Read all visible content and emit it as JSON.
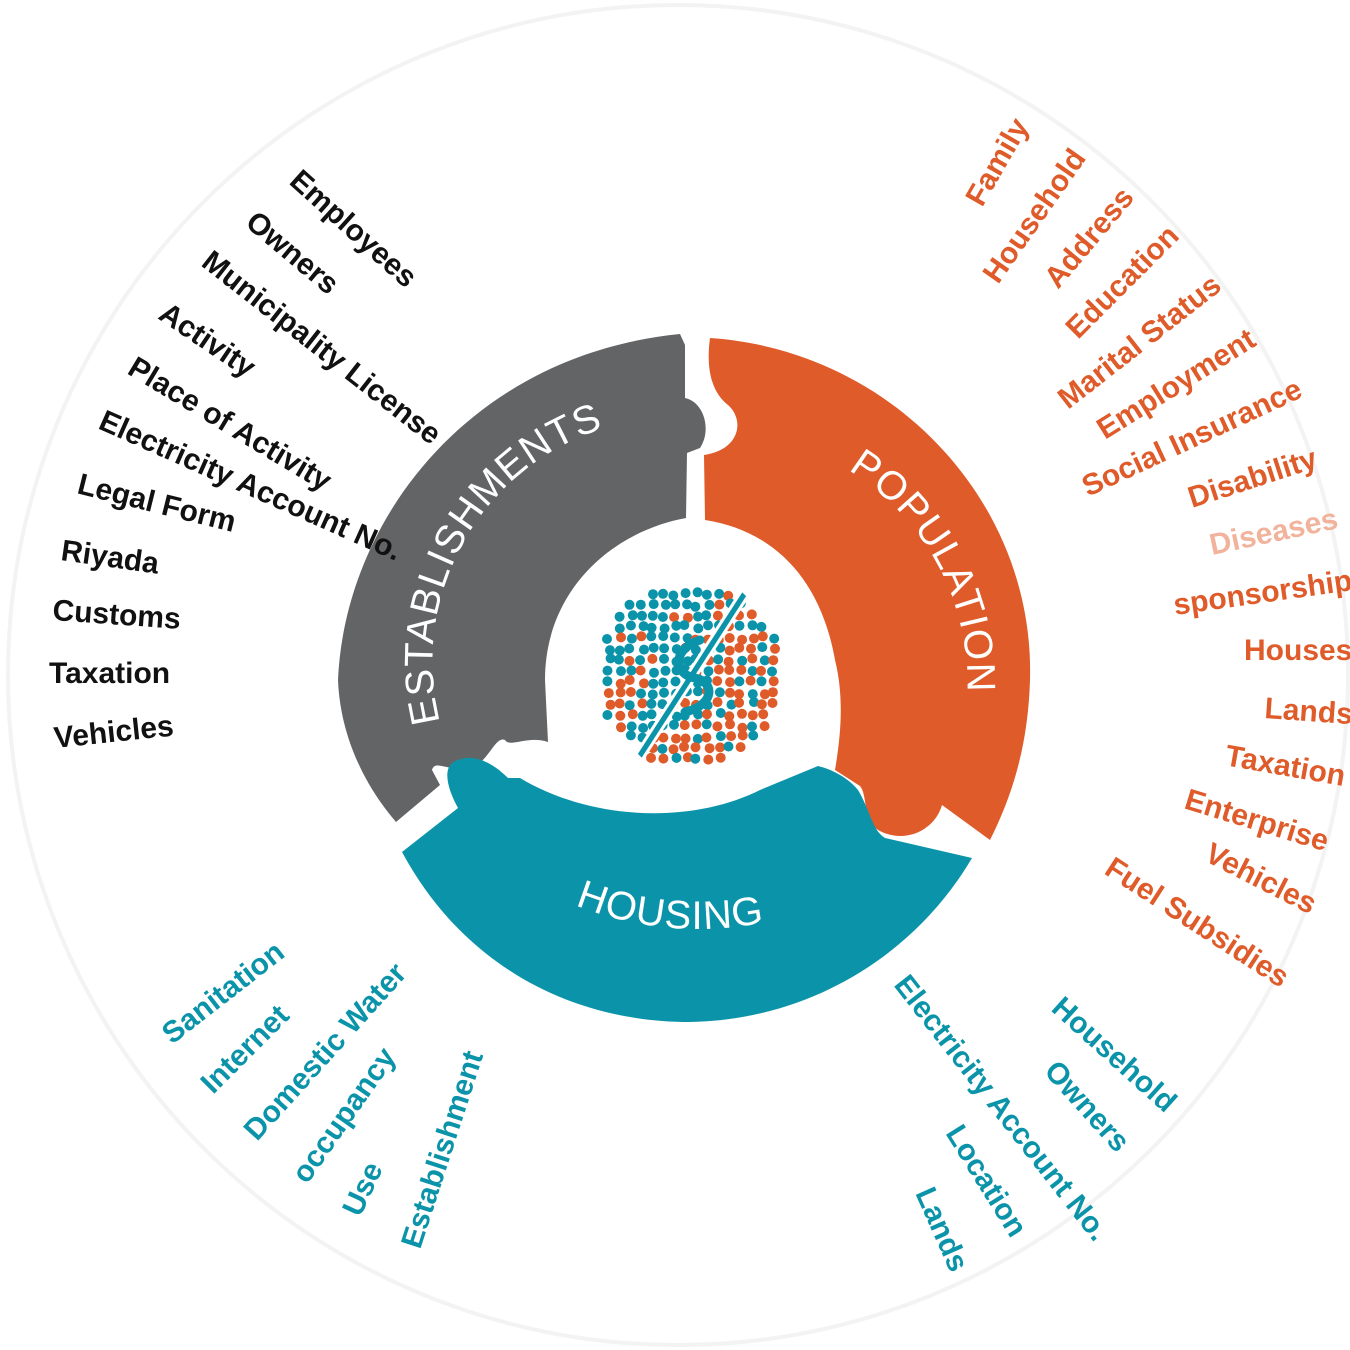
{
  "colors": {
    "establishments": "#636466",
    "population": "#df5b2a",
    "housing": "#0b94a9",
    "black_text": "#111111",
    "faded_orange": "#f1b39b",
    "outer_ring": "#f2f2f2"
  },
  "center": {
    "icon": "dotted-globe-logo-icon"
  },
  "segments": {
    "establishments": {
      "title": "ESTABLISHMENTS",
      "items": [
        "Employees",
        "Owners",
        "Municipality License",
        "Activity",
        "Place of Activity",
        "Electricity Account No.",
        "Legal Form",
        "Riyada",
        "Customs",
        "Taxation",
        "Vehicles"
      ]
    },
    "population": {
      "title": "POPULATION",
      "items": [
        "Family",
        "Household",
        "Address",
        "Education",
        "Marital Status",
        "Employment",
        "Social Insurance",
        "Disability",
        "Diseases",
        "sponsorship",
        "Houses",
        "Lands",
        "Taxation",
        "Enterprise",
        "Vehicles",
        "Fuel Subsidies"
      ]
    },
    "housing": {
      "title": "HOUSING",
      "items_left": [
        "Sanitation",
        "Internet",
        "Domestic Water",
        "occupancy",
        "Use",
        "Establishment"
      ],
      "items_right": [
        "Household",
        "Owners",
        "Electricity Account No.",
        "Location",
        "Lands"
      ]
    }
  }
}
